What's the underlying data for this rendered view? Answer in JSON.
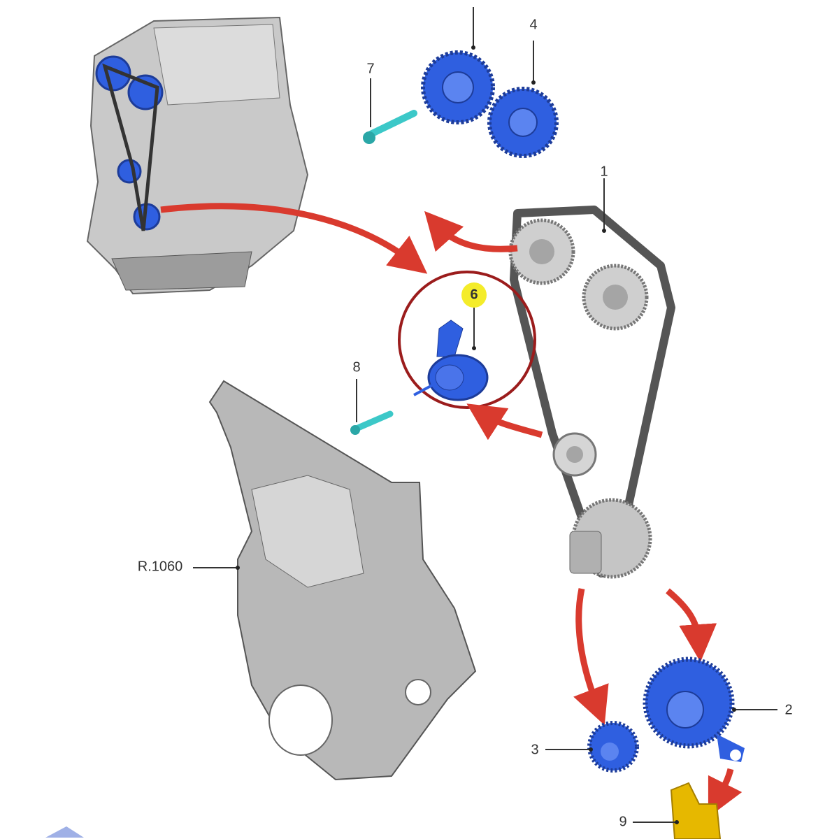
{
  "diagram": {
    "callouts": {
      "c1": "1",
      "c2": "2",
      "c3": "3",
      "c4": "4",
      "c6": "6",
      "c7": "7",
      "c8": "8",
      "c9": "9",
      "ref": "R.1060"
    },
    "colors": {
      "part_blue": "#2f5fe0",
      "bolt_cyan": "#3cc8c8",
      "arrow_red": "#d93a2e",
      "highlight_circle": "#9b1c1c",
      "highlight_badge": "#f4ec2a",
      "casting_gray": "#b8b8b8",
      "tool_yellow": "#e6b800"
    }
  }
}
